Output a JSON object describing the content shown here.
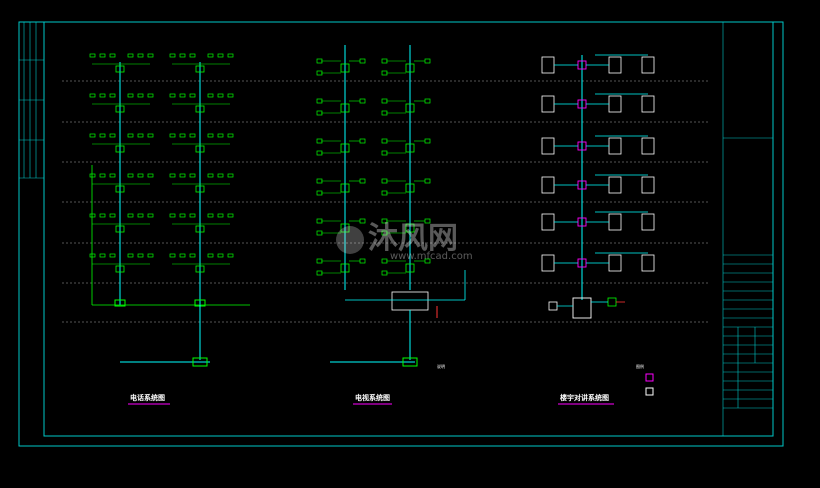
{
  "drawing": {
    "titles": [
      "电话系统图",
      "电视系统图",
      "楼宇对讲系统图"
    ],
    "notes_title": "说明",
    "legend_title": "图例",
    "watermark_main": "沐风网",
    "watermark_sub": "www.mfcad.com"
  },
  "colors": {
    "frame": "#00c8c8",
    "cyan": "#00ffff",
    "green": "#00ff00",
    "magenta": "#ff00ff",
    "yellow": "#ffff00",
    "white": "#ffffff",
    "red": "#ff3333",
    "dash": "#aaaaaa"
  },
  "icons": [
    "telephone-outlet-icon",
    "tv-outlet-icon",
    "intercom-indoor-unit-icon",
    "distribution-box-icon",
    "door-entry-panel-icon"
  ]
}
